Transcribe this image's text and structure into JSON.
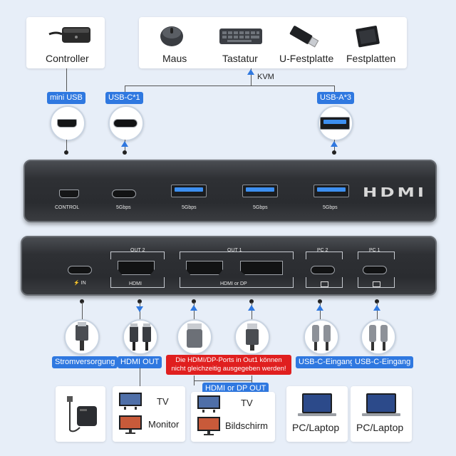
{
  "top": {
    "controller": "Controller",
    "devices": [
      "Maus",
      "Tastatur",
      "U-Festplatte",
      "Festplatten"
    ],
    "kvm": "KVM",
    "tags": {
      "mini_usb": "mini USB",
      "usb_c": "USB-C*1",
      "usb_a": "USB-A*3"
    }
  },
  "front_panel": {
    "control": "CONTROL",
    "speed_labels": [
      "5Gbps",
      "5Gbps",
      "5Gbps",
      "5Gbps"
    ],
    "brand": "HDMI"
  },
  "back_panel": {
    "power_in": "IN",
    "out2": "OUT 2",
    "out2_sub": "HDMI",
    "out1": "OUT 1",
    "out1_sub": "HDMI or DP",
    "pc2": "PC 2",
    "pc1": "PC 1"
  },
  "bottom": {
    "tags": [
      "Stromversorgung",
      "HDMI OUT",
      "USB-C-Eingang",
      "USB-C-Eingang"
    ],
    "warning_line1": "Die HDMI/DP-Ports in Out1 können",
    "warning_line2": "nicht gleichzeitig ausgegeben werden!",
    "hdmi_dp_out": "HDMI or DP OUT",
    "out2_devices": [
      "TV",
      "Monitor"
    ],
    "out1_devices": [
      "TV",
      "Bildschirm"
    ],
    "pc_labels": [
      "PC/Laptop",
      "PC/Laptop"
    ]
  },
  "colors": {
    "accent": "#2f78e0",
    "warning": "#e01f1f",
    "background": "#e7eef8"
  }
}
